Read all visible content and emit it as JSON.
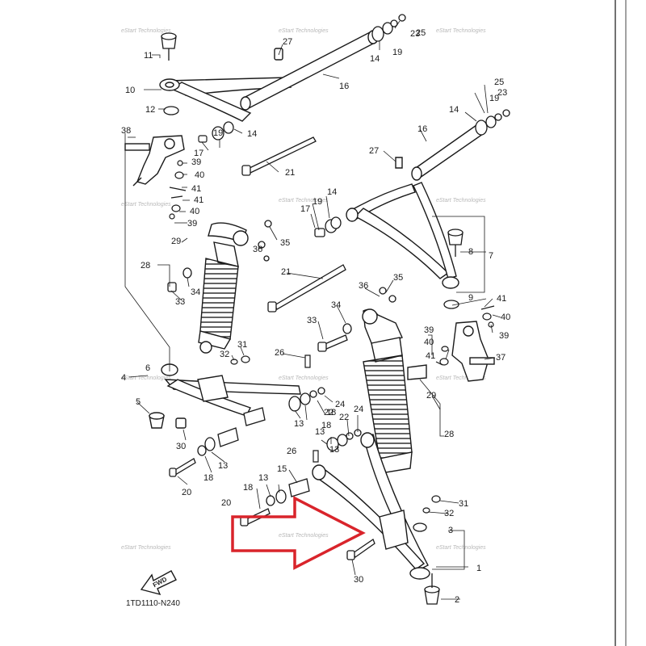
{
  "diagram": {
    "drawing_code": "1TD1110-N240",
    "fwd_label": "FWD",
    "watermark": "eStart Technologies",
    "callouts": [
      {
        "id": "c1",
        "text": "1"
      },
      {
        "id": "c2",
        "text": "2"
      },
      {
        "id": "c3",
        "text": "3"
      },
      {
        "id": "c4",
        "text": "4"
      },
      {
        "id": "c5",
        "text": "5"
      },
      {
        "id": "c6",
        "text": "6"
      },
      {
        "id": "c7",
        "text": "7"
      },
      {
        "id": "c8",
        "text": "8"
      },
      {
        "id": "c9",
        "text": "9"
      },
      {
        "id": "c10",
        "text": "10"
      },
      {
        "id": "c11",
        "text": "11"
      },
      {
        "id": "c12",
        "text": "12"
      },
      {
        "id": "c13a",
        "text": "13"
      },
      {
        "id": "c13b",
        "text": "13"
      },
      {
        "id": "c13c",
        "text": "13"
      },
      {
        "id": "c13d",
        "text": "13"
      },
      {
        "id": "c13e",
        "text": "13"
      },
      {
        "id": "c14a",
        "text": "14"
      },
      {
        "id": "c14b",
        "text": "14"
      },
      {
        "id": "c14c",
        "text": "14"
      },
      {
        "id": "c14d",
        "text": "14"
      },
      {
        "id": "c15",
        "text": "15"
      },
      {
        "id": "c16a",
        "text": "16"
      },
      {
        "id": "c16b",
        "text": "16"
      },
      {
        "id": "c17a",
        "text": "17"
      },
      {
        "id": "c17b",
        "text": "17"
      },
      {
        "id": "c18a",
        "text": "18"
      },
      {
        "id": "c18b",
        "text": "18"
      },
      {
        "id": "c18c",
        "text": "18"
      },
      {
        "id": "c18d",
        "text": "18"
      },
      {
        "id": "c19a",
        "text": "19"
      },
      {
        "id": "c19b",
        "text": "19"
      },
      {
        "id": "c19c",
        "text": "19"
      },
      {
        "id": "c19d",
        "text": "19"
      },
      {
        "id": "c20a",
        "text": "20"
      },
      {
        "id": "c20b",
        "text": "20"
      },
      {
        "id": "c21a",
        "text": "21"
      },
      {
        "id": "c21b",
        "text": "21"
      },
      {
        "id": "c22a",
        "text": "22"
      },
      {
        "id": "c22b",
        "text": "22"
      },
      {
        "id": "c23a",
        "text": "23"
      },
      {
        "id": "c23b",
        "text": "23"
      },
      {
        "id": "c24a",
        "text": "24"
      },
      {
        "id": "c24b",
        "text": "24"
      },
      {
        "id": "c25a",
        "text": "25"
      },
      {
        "id": "c25b",
        "text": "25"
      },
      {
        "id": "c26a",
        "text": "26"
      },
      {
        "id": "c26b",
        "text": "26"
      },
      {
        "id": "c27a",
        "text": "27"
      },
      {
        "id": "c27b",
        "text": "27"
      },
      {
        "id": "c28a",
        "text": "28"
      },
      {
        "id": "c28b",
        "text": "28"
      },
      {
        "id": "c29a",
        "text": "29"
      },
      {
        "id": "c29b",
        "text": "29"
      },
      {
        "id": "c30a",
        "text": "30"
      },
      {
        "id": "c30b",
        "text": "30"
      },
      {
        "id": "c31a",
        "text": "31"
      },
      {
        "id": "c31b",
        "text": "31"
      },
      {
        "id": "c32a",
        "text": "32"
      },
      {
        "id": "c32b",
        "text": "32"
      },
      {
        "id": "c33a",
        "text": "33"
      },
      {
        "id": "c33b",
        "text": "33"
      },
      {
        "id": "c34a",
        "text": "34"
      },
      {
        "id": "c34b",
        "text": "34"
      },
      {
        "id": "c35a",
        "text": "35"
      },
      {
        "id": "c35b",
        "text": "35"
      },
      {
        "id": "c36a",
        "text": "36"
      },
      {
        "id": "c36b",
        "text": "36"
      },
      {
        "id": "c37",
        "text": "37"
      },
      {
        "id": "c38",
        "text": "38"
      },
      {
        "id": "c39a",
        "text": "39"
      },
      {
        "id": "c39b",
        "text": "39"
      },
      {
        "id": "c39c",
        "text": "39"
      },
      {
        "id": "c39d",
        "text": "39"
      },
      {
        "id": "c40a",
        "text": "40"
      },
      {
        "id": "c40b",
        "text": "40"
      },
      {
        "id": "c40c",
        "text": "40"
      },
      {
        "id": "c40d",
        "text": "40"
      },
      {
        "id": "c41a",
        "text": "41"
      },
      {
        "id": "c41b",
        "text": "41"
      },
      {
        "id": "c41c",
        "text": "41"
      },
      {
        "id": "c41d",
        "text": "41"
      }
    ],
    "colors": {
      "line": "#1a1a1a",
      "highlight": "#d9242b",
      "watermark": "#b9b9b9",
      "border": "#444444"
    }
  }
}
